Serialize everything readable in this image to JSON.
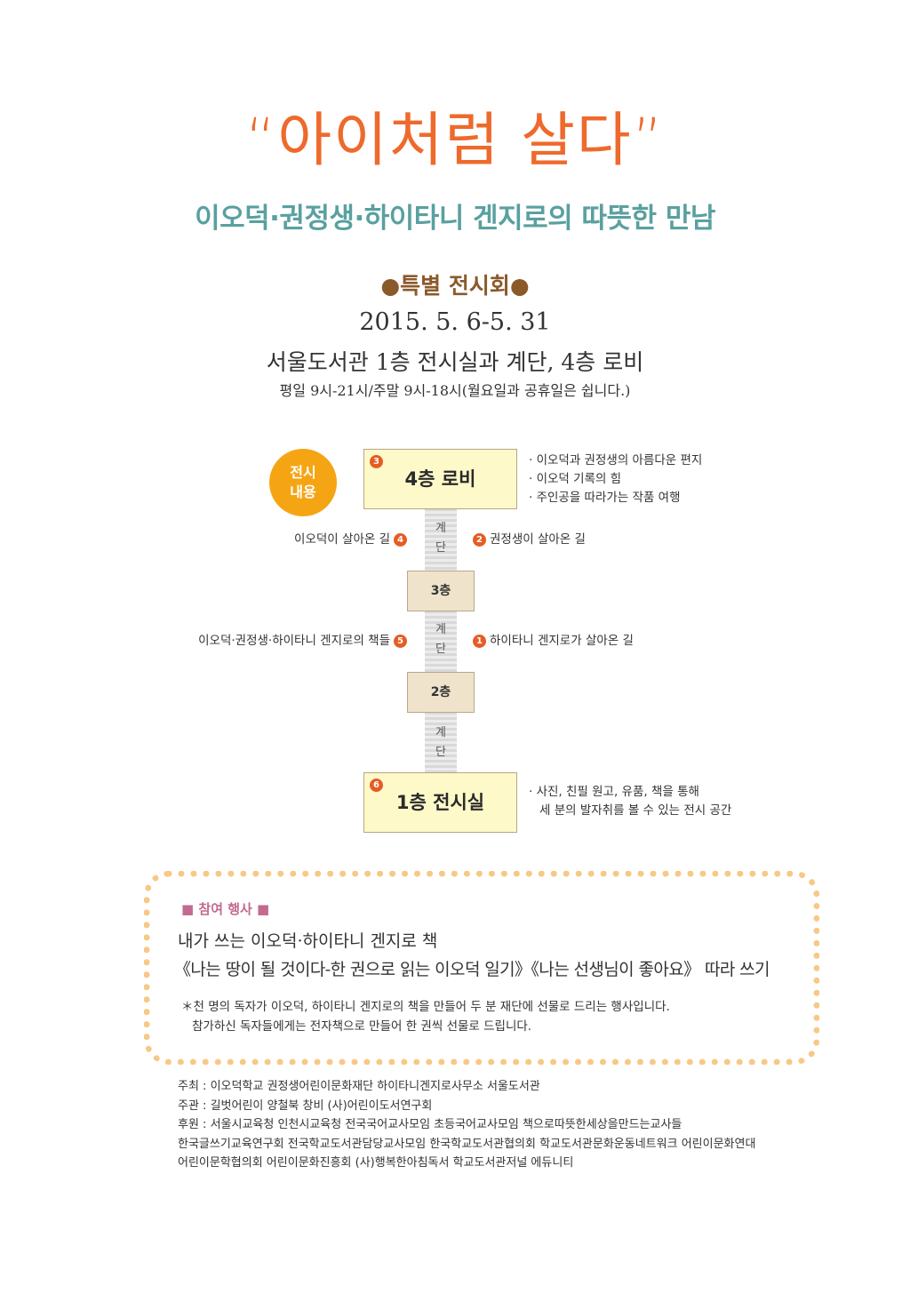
{
  "header": {
    "title": "“아이처럼 살다”",
    "subtitle": "이오덕·권정생·하이타니 겐지로의 따뜻한 만남"
  },
  "exhibition": {
    "label": "●특별 전시회●",
    "dates": "2015. 5. 6-5. 31",
    "location": "서울도서관 1층 전시실과 계단, 4층 로비",
    "hours": "평일 9시-21시/주말 9시-18시(월요일과 공휴일은 쉽니다.)"
  },
  "diagram": {
    "content_label_line1": "전시",
    "content_label_line2": "내용",
    "stairs_char1": "계",
    "stairs_char2": "단",
    "floors": {
      "f4": {
        "badge": "3",
        "name": "4층 로비"
      },
      "f3": {
        "name": "3층"
      },
      "f2": {
        "name": "2층"
      },
      "f1": {
        "badge": "6",
        "name": "1층 전시실"
      }
    },
    "f4_notes": [
      "· 이오덕과 권정생의 아름다운 편지",
      "· 이오덕 기록의 힘",
      "· 주인공을 따라가는 작품 여행"
    ],
    "f1_notes": [
      "· 사진, 친필 원고, 유품, 책을 통해",
      "세 분의 발자취를 볼 수 있는 전시 공간"
    ],
    "stair_upper": {
      "left_label": "이오덕이 살아온 길",
      "left_badge": "4",
      "right_label": "권정생이 살아온 길",
      "right_badge": "2"
    },
    "stair_middle": {
      "left_label": "이오덕·권정생·하이타니 겐지로의 책들",
      "left_badge": "5",
      "right_label": "하이타니 겐지로가 살아온 길",
      "right_badge": "1"
    }
  },
  "event": {
    "heading": "■ 참여 행사 ■",
    "line1": "내가 쓰는 이오덕·하이타니 겐지로 책",
    "line2": "《나는 땅이 될 것이다-한 권으로 읽는 이오덕 일기》《나는 선생님이 좋아요》 따라 쓰기",
    "note1": "＊천 명의 독자가 이오덕, 하이타니 겐지로의 책을 만들어 두 분 재단에 선물로 드리는 행사입니다.",
    "note2": "참가하신 독자들에게는 전자책으로 만들어 한 권씩 선물로 드립니다."
  },
  "credits": [
    "주최 : 이오덕학교 권정생어린이문화재단 하이타니겐지로사무소 서울도서관",
    "주관 : 길벗어린이 양철북 창비 (사)어린이도서연구회",
    "후원 : 서울시교육청 인천시교육청 전국국어교사모임 초등국어교사모임 책으로따뜻한세상을만드는교사들",
    "한국글쓰기교육연구회 전국학교도서관담당교사모임 한국학교도서관협의회 학교도서관문화운동네트워크 어린이문화연대",
    "어린이문학협의회 어린이문화진흥회 (사)행복한아침독서 학교도서관저널 에듀니티"
  ],
  "colors": {
    "title": "#ee6a2c",
    "subtitle": "#5aa0a0",
    "exhibit_label": "#8b5a2b",
    "badge": "#e55d24",
    "content_circle": "#f5a514",
    "frame_dots": "#f7c886",
    "event_heading": "#c36a8f"
  }
}
